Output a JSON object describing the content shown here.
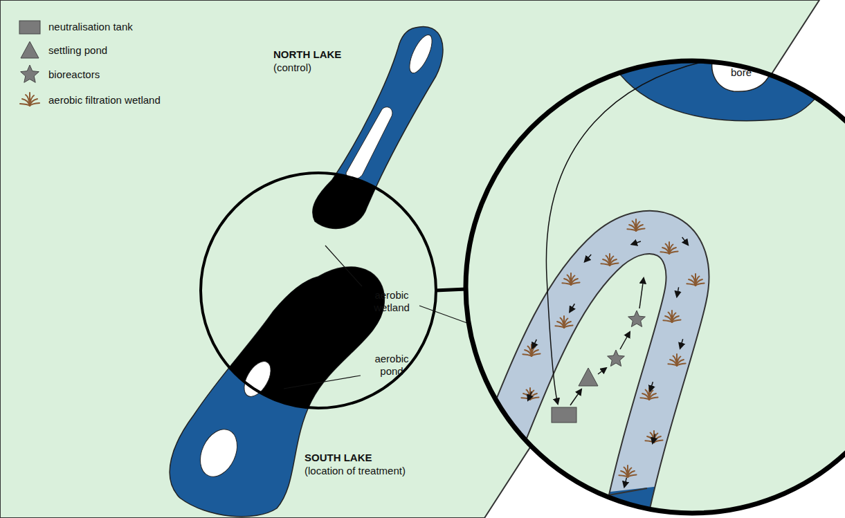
{
  "diagram": {
    "labels": [
      "NORTH LAKE",
      "(control)",
      "aerobic wetland",
      "aerobic pond",
      "SOUTH LAKE",
      "(location of treatment)",
      "bore"
    ],
    "legend": [
      {
        "text": "neutralisation tank"
      },
      {
        "text": "settling pond"
      },
      {
        "text": "bioreactors"
      },
      {
        "text": "aerobic filtration wetland"
      }
    ]
  }
}
